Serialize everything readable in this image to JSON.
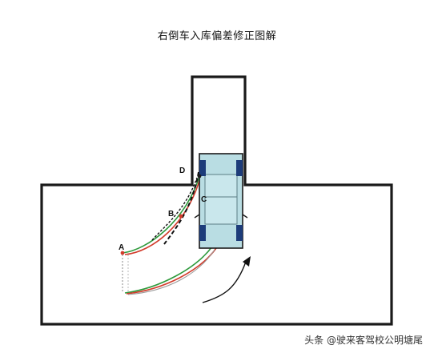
{
  "title": "右倒车入库偏差修正图解",
  "points": {
    "a": "A",
    "b": "B",
    "c": "C",
    "d": "D"
  },
  "watermark": "头条 @驶来客驾校公明塘尾",
  "colors": {
    "car_body": "#b9dde3",
    "car_outline": "#1a1a1a",
    "wheel": "#1d3c7a",
    "green_path": "#2e9a3c",
    "red_path": "#d23b2b",
    "black_path": "#111111"
  }
}
